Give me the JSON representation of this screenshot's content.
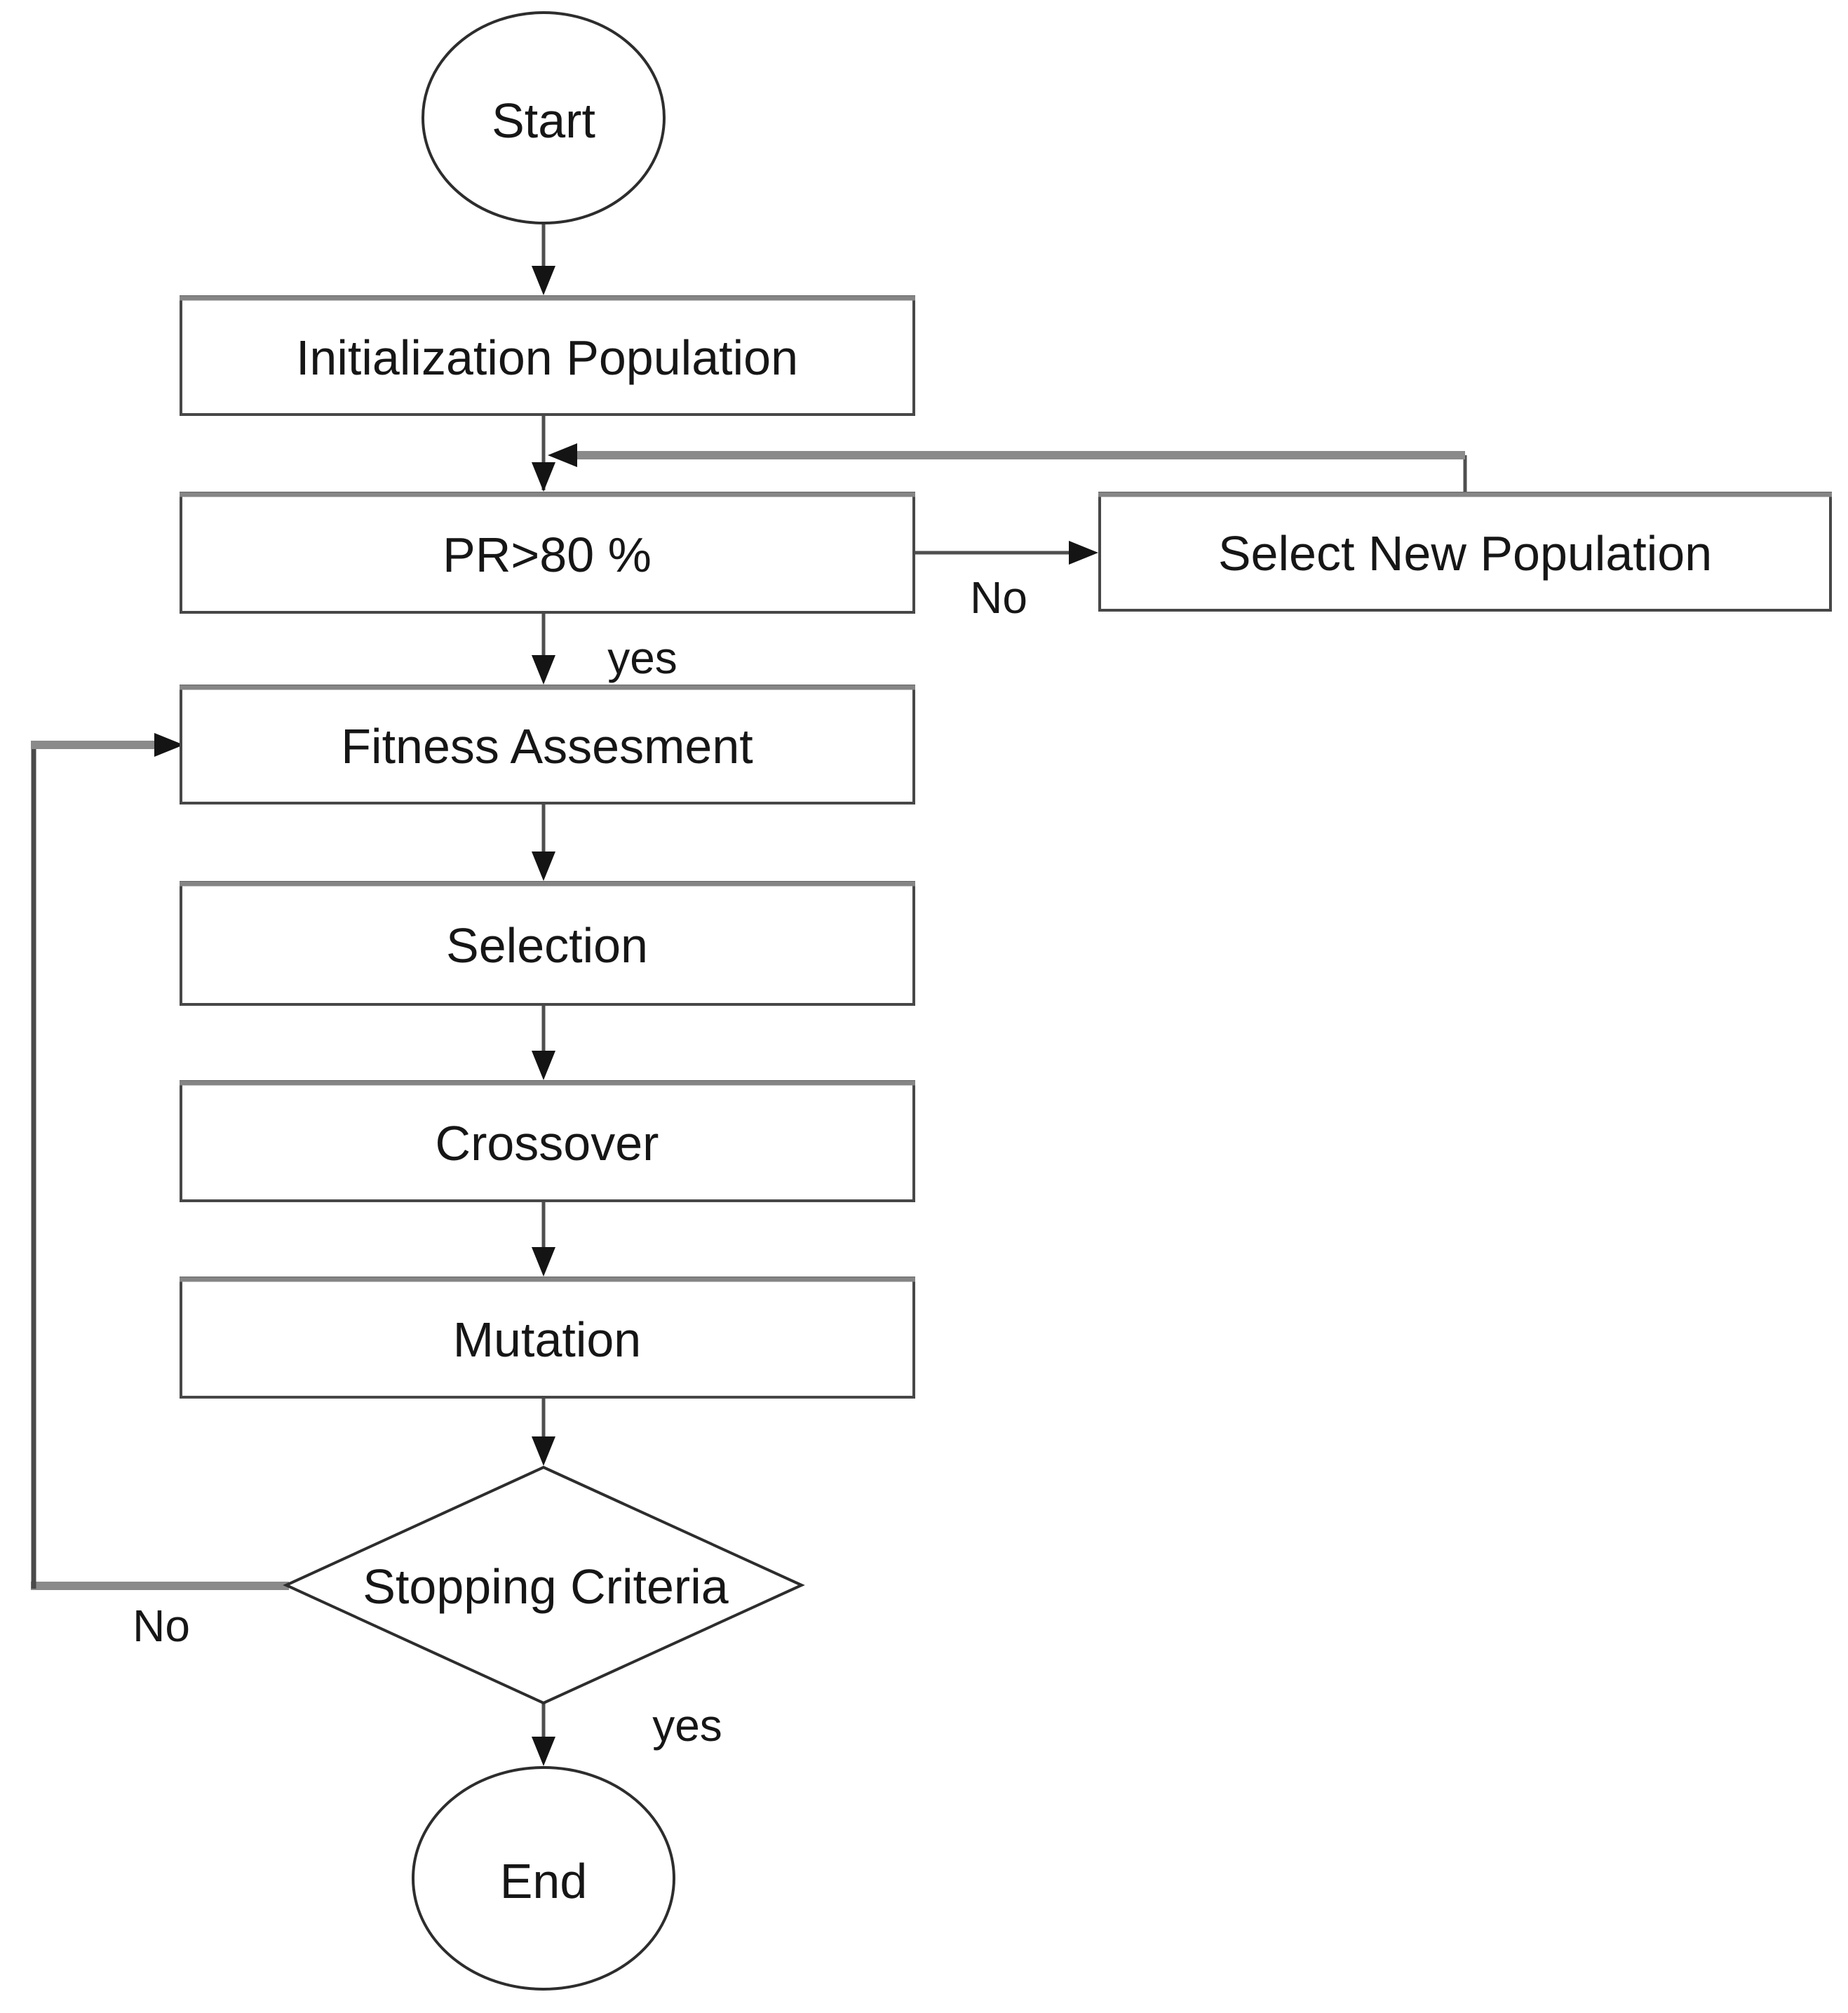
{
  "flowchart": {
    "nodes": {
      "start": {
        "label": "Start",
        "type": "terminator"
      },
      "init": {
        "label": "Initialization Population",
        "type": "process"
      },
      "pr": {
        "label": "PR>80 %",
        "type": "process"
      },
      "select_new": {
        "label": "Select New Population",
        "type": "process"
      },
      "fitness": {
        "label": "Fitness Assesment",
        "type": "process"
      },
      "selection": {
        "label": "Selection",
        "type": "process"
      },
      "crossover": {
        "label": "Crossover",
        "type": "process"
      },
      "mutation": {
        "label": "Mutation",
        "type": "process"
      },
      "stopping": {
        "label": "Stopping Criteria",
        "type": "decision"
      },
      "end": {
        "label": "End",
        "type": "terminator"
      }
    },
    "edge_labels": {
      "pr_no": "No",
      "pr_yes": "yes",
      "stopping_no": "No",
      "stopping_yes": "yes"
    },
    "colors": {
      "background": "#ffffff",
      "shape_stroke": "#474747",
      "connector": "#4f4f4f",
      "thick_connector": "#8a8a8a",
      "arrowhead": "#141414",
      "text": "#161616"
    }
  }
}
